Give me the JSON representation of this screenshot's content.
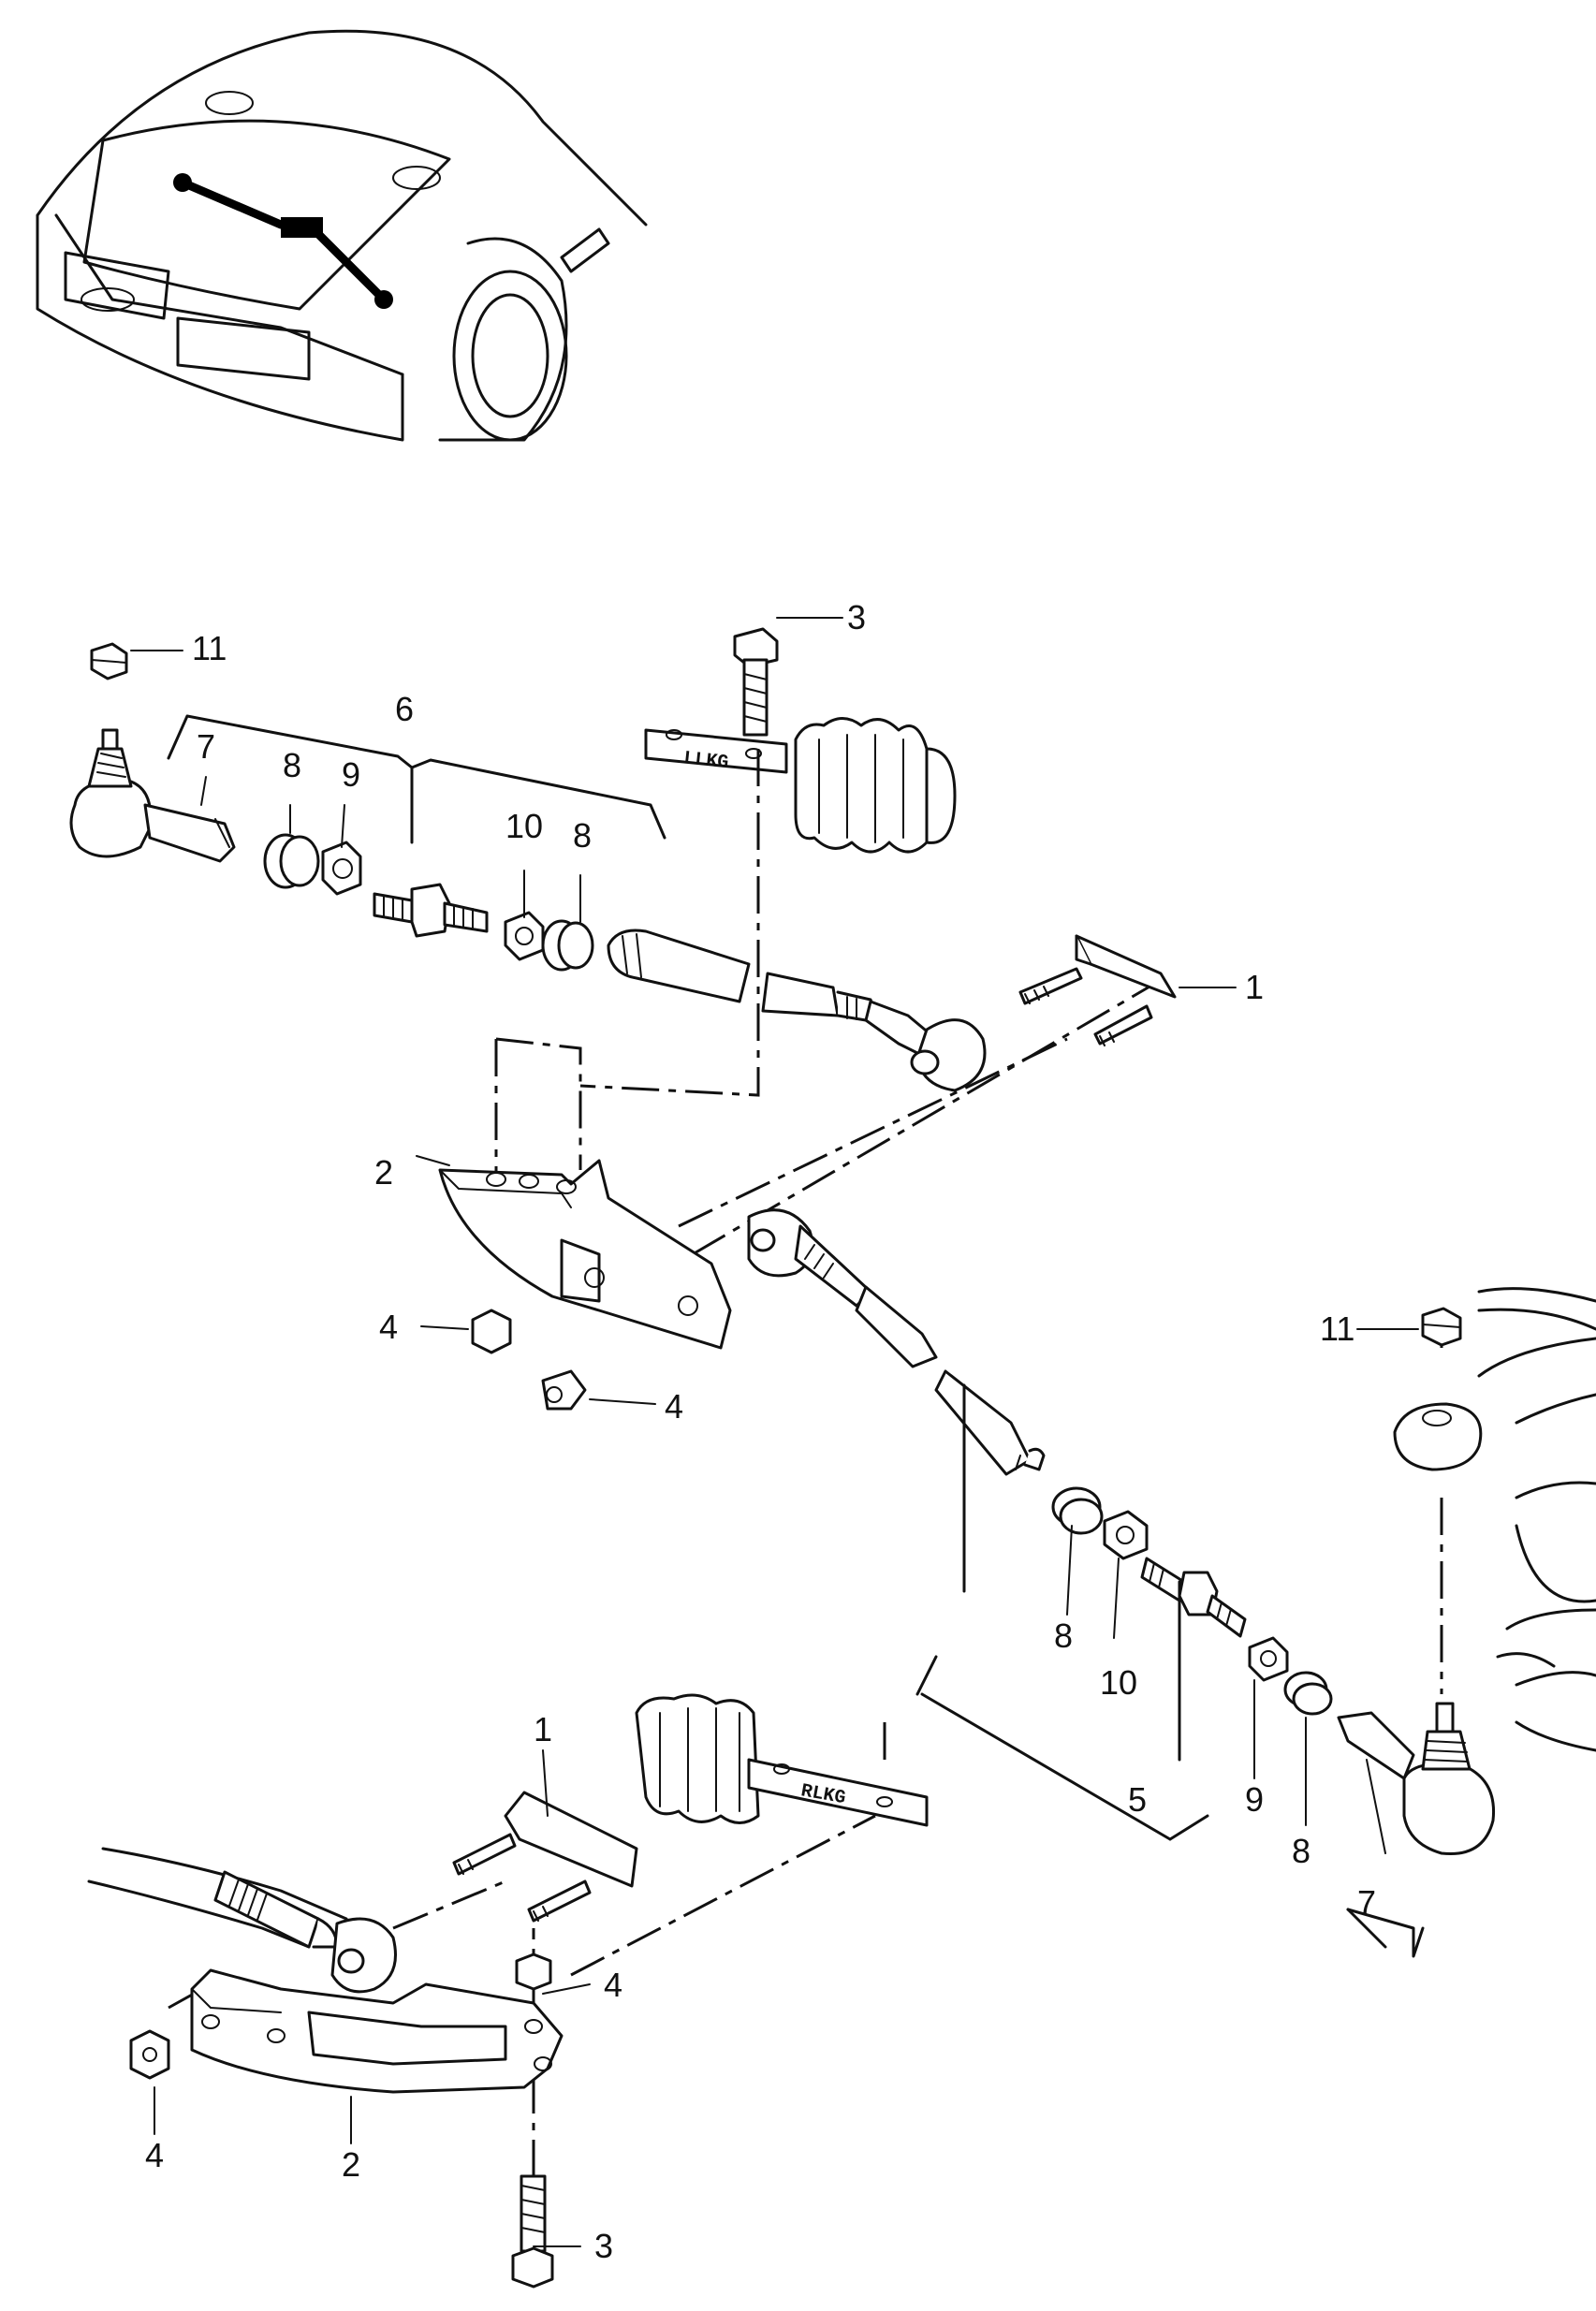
{
  "callouts": {
    "c1_top": "1",
    "c1_bot": "1",
    "c2_mid": "2",
    "c2_bot": "2",
    "c3_top": "3",
    "c3_bot": "3",
    "c4_mid_left": "4",
    "c4_mid_bot": "4",
    "c4_bot_right": "4",
    "c4_bot_left": "4",
    "c5": "5",
    "c6": "6",
    "c7_left": "7",
    "c7_right": "7",
    "c8_left_a": "8",
    "c8_left_b": "8",
    "c8_right_a": "8",
    "c8_right_b": "8",
    "c9_left": "9",
    "c9_right": "9",
    "c10_left": "10",
    "c10_right": "10",
    "c11_left": "11",
    "c11_right": "11"
  },
  "stamps": {
    "left_rack": "LLKG",
    "right_rack": "RLKG"
  },
  "icons": [
    "car-front-icon",
    "tie-rod-end-icon",
    "nut-icon",
    "bolt-icon",
    "washer-icon",
    "rubber-boot-icon",
    "bracket-icon"
  ],
  "colors": {
    "ink": "#111111",
    "paper": "#ffffff"
  }
}
